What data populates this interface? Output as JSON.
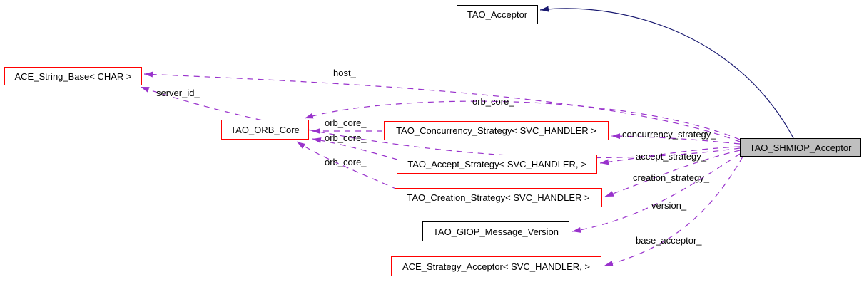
{
  "diagram": {
    "type": "doxygen-collaboration-graph",
    "colors": {
      "inheritance_edge": "#191970",
      "usage_edge": "#9932cc",
      "node_border": "#000000",
      "node_border_highlight": "#ff0000",
      "current_node_bg": "#bfbfbf",
      "background": "#ffffff",
      "text": "#000000"
    },
    "nodes": [
      {
        "id": "tao-acceptor",
        "label": "TAO_Acceptor"
      },
      {
        "id": "ace-string-base",
        "label": "ACE_String_Base< CHAR >"
      },
      {
        "id": "tao-orb-core",
        "label": "TAO_ORB_Core"
      },
      {
        "id": "tao-concurrency-strategy",
        "label": "TAO_Concurrency_Strategy< SVC_HANDLER >"
      },
      {
        "id": "tao-accept-strategy",
        "label": "TAO_Accept_Strategy< SVC_HANDLER, >"
      },
      {
        "id": "tao-creation-strategy",
        "label": "TAO_Creation_Strategy< SVC_HANDLER >"
      },
      {
        "id": "tao-giop-message-version",
        "label": "TAO_GIOP_Message_Version"
      },
      {
        "id": "ace-strategy-acceptor",
        "label": "ACE_Strategy_Acceptor< SVC_HANDLER, >"
      },
      {
        "id": "tao-shmiop-acceptor",
        "label": "TAO_SHMIOP_Acceptor"
      }
    ],
    "edges": [
      {
        "from": "TAO_SHMIOP_Acceptor",
        "to": "TAO_Acceptor",
        "type": "inheritance",
        "style": "solid",
        "label": ""
      },
      {
        "from": "TAO_SHMIOP_Acceptor",
        "to": "ACE_String_Base< CHAR >",
        "type": "usage",
        "style": "dashed",
        "label": "host_"
      },
      {
        "from": "TAO_SHMIOP_Acceptor",
        "to": "ACE_String_Base< CHAR >",
        "type": "usage",
        "style": "dashed",
        "label": "server_id_"
      },
      {
        "from": "TAO_SHMIOP_Acceptor",
        "to": "TAO_ORB_Core",
        "type": "usage",
        "style": "dashed",
        "label": "orb_core_"
      },
      {
        "from": "TAO_Concurrency_Strategy< SVC_HANDLER >",
        "to": "TAO_ORB_Core",
        "type": "usage",
        "style": "dashed",
        "label": "orb_core_"
      },
      {
        "from": "TAO_Accept_Strategy< SVC_HANDLER, >",
        "to": "TAO_ORB_Core",
        "type": "usage",
        "style": "dashed",
        "label": "orb_core_"
      },
      {
        "from": "TAO_Creation_Strategy< SVC_HANDLER >",
        "to": "TAO_ORB_Core",
        "type": "usage",
        "style": "dashed",
        "label": "orb_core_"
      },
      {
        "from": "TAO_SHMIOP_Acceptor",
        "to": "TAO_Concurrency_Strategy< SVC_HANDLER >",
        "type": "usage",
        "style": "dashed",
        "label": "concurrency_strategy_"
      },
      {
        "from": "TAO_SHMIOP_Acceptor",
        "to": "TAO_Accept_Strategy< SVC_HANDLER, >",
        "type": "usage",
        "style": "dashed",
        "label": "accept_strategy_"
      },
      {
        "from": "TAO_SHMIOP_Acceptor",
        "to": "TAO_Creation_Strategy< SVC_HANDLER >",
        "type": "usage",
        "style": "dashed",
        "label": "creation_strategy_"
      },
      {
        "from": "TAO_SHMIOP_Acceptor",
        "to": "TAO_GIOP_Message_Version",
        "type": "usage",
        "style": "dashed",
        "label": "version_"
      },
      {
        "from": "TAO_SHMIOP_Acceptor",
        "to": "ACE_Strategy_Acceptor< SVC_HANDLER, >",
        "type": "usage",
        "style": "dashed",
        "label": "base_acceptor_"
      }
    ]
  }
}
